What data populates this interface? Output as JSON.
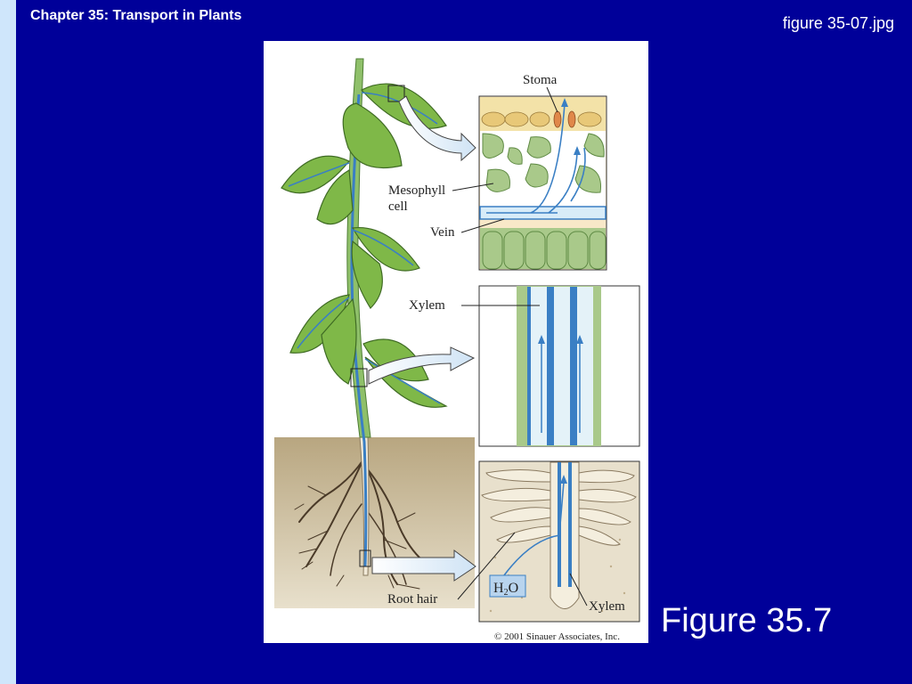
{
  "slide": {
    "chapter_title": "Chapter 35: Transport in Plants",
    "file_label": "figure 35-07.jpg",
    "caption": "Figure 35.7"
  },
  "figure": {
    "labels": {
      "stoma": "Stoma",
      "mesophyll_line1": "Mesophyll",
      "mesophyll_line2": "cell",
      "vein": "Vein",
      "xylem_top": "Xylem",
      "root_hair": "Root hair",
      "xylem_bottom": "Xylem",
      "h2o_h": "H",
      "h2o_sub": "2",
      "h2o_o": "O",
      "copyright": "© 2001 Sinauer Associates, Inc."
    },
    "colors": {
      "slide_background": "#000099",
      "left_strip": "#cfe6fb",
      "leaf": "#7fb848",
      "xylem_blue": "#3a7fc4",
      "soil": "#c8b898",
      "mesophyll_tissue": "#a9c98a"
    }
  }
}
